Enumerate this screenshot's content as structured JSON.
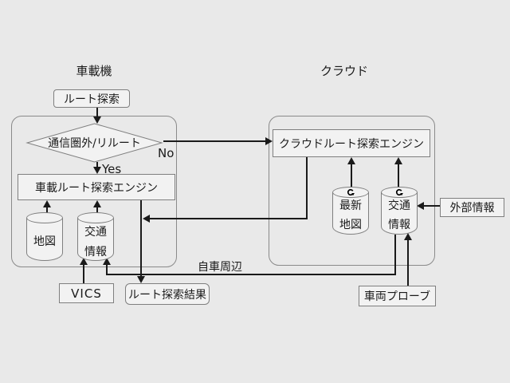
{
  "colors": {
    "background": "#e9e9e9",
    "box_fill": "#f2f2f2",
    "box_border": "#7f7f7f",
    "connector": "#1a1a1a"
  },
  "vehicle_section": {
    "title": "車載機",
    "route_request": "ルート探索",
    "decision": "通信圏外/リルート",
    "yes": "Yes",
    "no": "No",
    "engine": "車載ルート探索エンジン",
    "map_cylinder": "地図",
    "traffic_cylinder": [
      "交通",
      "情報"
    ],
    "vics": "VICS",
    "route_result": "ルート探索結果"
  },
  "cloud_section": {
    "title": "クラウド",
    "engine": "クラウドルート探索エンジン",
    "latest_map_cylinder": [
      "最新",
      "地図"
    ],
    "traffic_cylinder": [
      "交通",
      "情報"
    ],
    "external_info": "外部情報",
    "vehicle_probe": "車両プローブ"
  },
  "flow_labels": {
    "own_vehicle_vicinity": "自車周辺"
  },
  "icons": {
    "refresh": "↻"
  }
}
